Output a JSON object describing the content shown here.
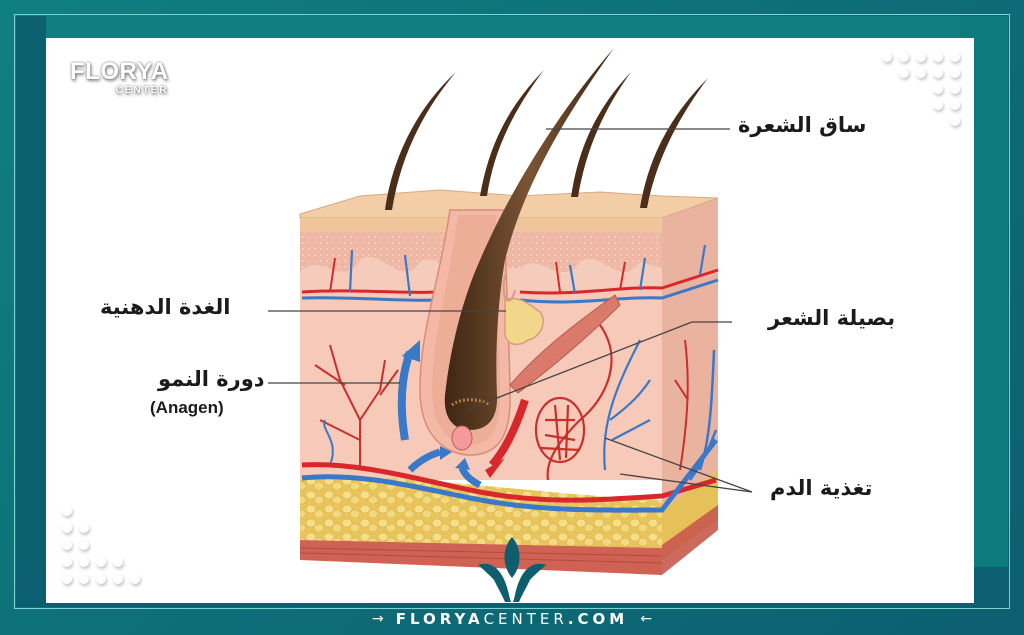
{
  "brand": {
    "logo_main": "FLORYA",
    "logo_sub": "CENTER",
    "footer_bold1": "FLORYA",
    "footer_light": "CENTER",
    "footer_bold2": ".COM",
    "footer_arrow_left": "→",
    "footer_arrow_right": "←",
    "colors": {
      "frame": "#0e6e78",
      "frame_light": "#0f7f80",
      "frame_line": "#7fd3d3",
      "canvas": "#ffffff",
      "label_text": "#1b1b1b"
    }
  },
  "diagram": {
    "title": "Hair follicle skin cross-section",
    "labels": {
      "hair_shaft": "ساق الشعرة",
      "sebaceous_gland": "الغدة الدهنية",
      "growth_cycle": "دورة النمو",
      "growth_cycle_en": "(Anagen)",
      "hair_bulb": "بصيلة الشعر",
      "blood_supply": "تغذية الدم"
    },
    "colors": {
      "epidermis": "#f2c9a0",
      "dermis": "#f4c2b3",
      "fat": "#f1d57a",
      "muscle": "#d9705e",
      "artery": "#d9282b",
      "vein": "#3a78c8",
      "hair": "#5a3a22"
    }
  }
}
